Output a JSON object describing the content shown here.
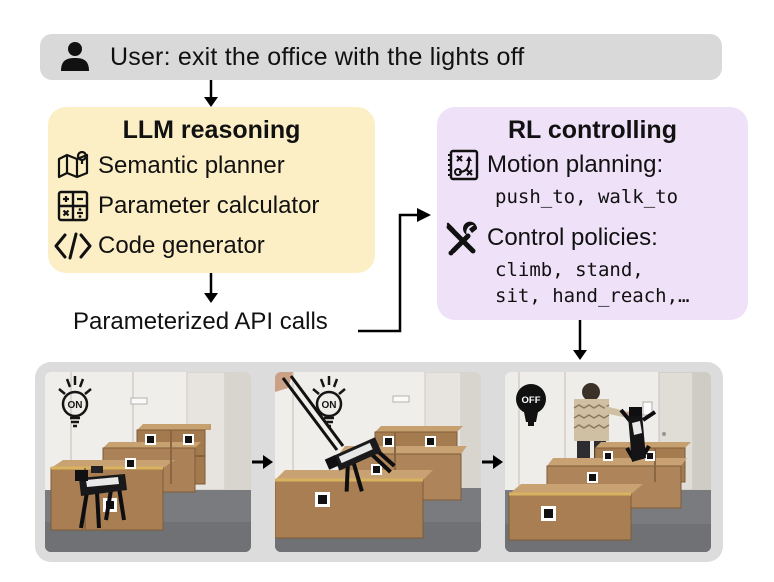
{
  "user_bar": {
    "icon": "person-icon",
    "text": "User: exit the office with the lights off"
  },
  "llm_box": {
    "title": "LLM reasoning",
    "items": [
      {
        "icon": "map-icon",
        "label": "Semantic planner"
      },
      {
        "icon": "calculator-icon",
        "label": "Parameter calculator"
      },
      {
        "icon": "code-icon",
        "label": "Code generator"
      }
    ]
  },
  "api_label": "Parameterized API calls",
  "rl_box": {
    "title": "RL controlling",
    "motion": {
      "icon": "strategy-icon",
      "label": "Motion planning:",
      "code": "push_to, walk_to"
    },
    "control": {
      "icon": "tools-icon",
      "label": "Control policies:",
      "code_line1": "climb, stand,",
      "code_line2": "sit, hand_reach,…"
    }
  },
  "photos": {
    "frame1": {
      "light_status": "ON"
    },
    "frame2": {
      "light_status": "ON"
    },
    "frame3": {
      "light_status": "OFF"
    }
  },
  "colors": {
    "user_bar_bg": "#d9d9d9",
    "llm_box_bg": "#fcefc5",
    "rl_box_bg": "#eee1f8",
    "photo_strip_bg": "#dcdcdc",
    "arrow": "#000000"
  }
}
